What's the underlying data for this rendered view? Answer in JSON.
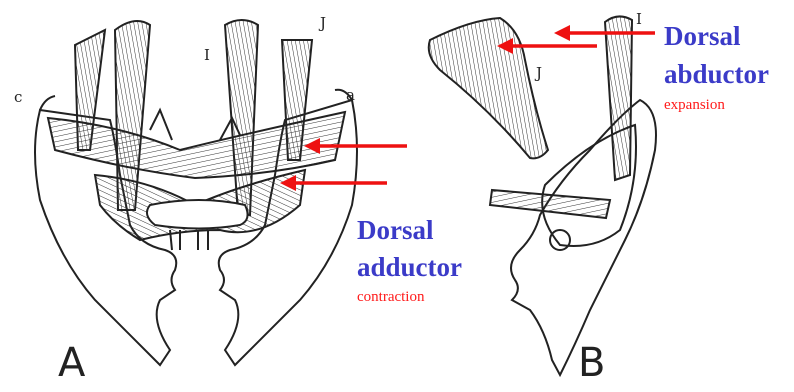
{
  "figure_labels": {
    "panel_a": "A",
    "panel_b": "B"
  },
  "letters": {
    "c": "c",
    "a": "a",
    "i_left": "I",
    "j_left": "J",
    "i_right": "I",
    "j_right": "J"
  },
  "annotations": {
    "adductor": {
      "line1": "Dorsal",
      "line2": "adductor",
      "note": "contraction"
    },
    "abductor": {
      "line1": "Dorsal",
      "line2": "abductor",
      "note": "expansion"
    }
  },
  "colors": {
    "annotation_title": "#3b3bc8",
    "annotation_note": "#ff1a1a",
    "arrow": "#ee1111",
    "ink": "#222222"
  }
}
